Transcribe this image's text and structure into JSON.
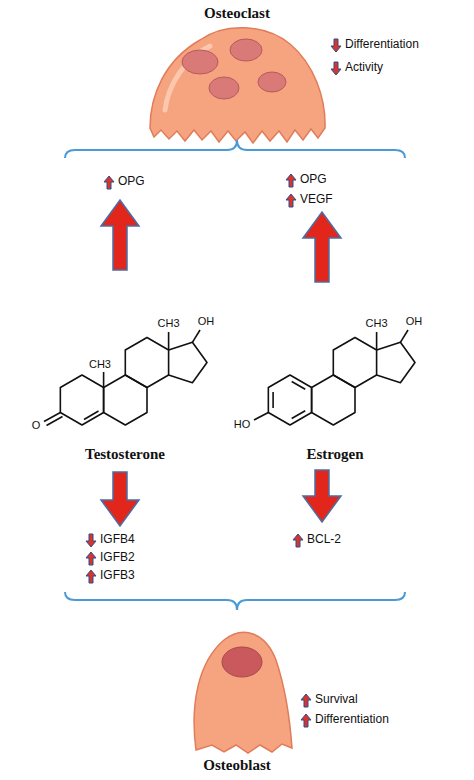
{
  "diagram": {
    "nodes": [
      {
        "text": [
          "Osteoclast"
        ]
      },
      {
        "text": [
          "Testosterone"
        ]
      },
      {
        "text": [
          "Estrogen"
        ]
      },
      {
        "text": [
          "Osteoblast"
        ]
      }
    ],
    "labels": [
      "Differentiation",
      "Activity",
      "OPG",
      "OPG",
      "VEGF",
      "OH",
      "CH3",
      "OH",
      "CH3",
      "CH3",
      "O",
      "HO",
      "IGFB4",
      "BCL-2",
      "IGFB2",
      "IGFB3",
      "Survival",
      "Differentiation"
    ]
  }
}
